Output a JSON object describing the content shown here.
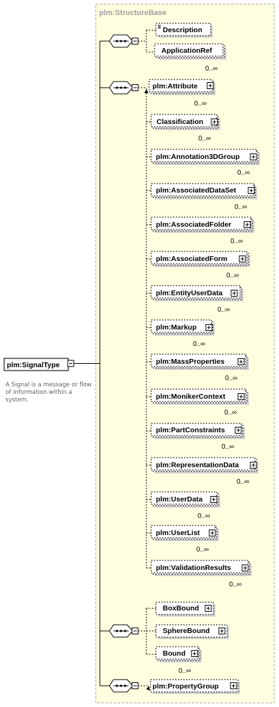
{
  "base": {
    "title": "plm:StructureBase"
  },
  "root": {
    "label": "plm:SignalType"
  },
  "annotation": "A Signal is a message or flow of information within a system.",
  "elements": [
    {
      "label": "Description",
      "occurs": ""
    },
    {
      "label": "ApplicationRef",
      "occurs": "0..∞"
    },
    {
      "label": "plm:Attribute",
      "occurs": "0..∞"
    },
    {
      "label": "Classification",
      "occurs": "0..∞"
    },
    {
      "label": "plm:Annotation3DGroup",
      "occurs": "0..∞"
    },
    {
      "label": "plm:AssociatedDataSet",
      "occurs": "0..∞"
    },
    {
      "label": "plm:AssociatedFolder",
      "occurs": "0..∞"
    },
    {
      "label": "plm:AssociatedForm",
      "occurs": "0..∞"
    },
    {
      "label": "plm:EntityUserData",
      "occurs": "0..∞"
    },
    {
      "label": "plm:Markup",
      "occurs": "0..∞"
    },
    {
      "label": "plm:MassProperties",
      "occurs": "0..∞"
    },
    {
      "label": "plm:MonikerContext",
      "occurs": "0..∞"
    },
    {
      "label": "plm:PartConstraints",
      "occurs": "0..∞"
    },
    {
      "label": "plm:RepresentationData",
      "occurs": "0..∞"
    },
    {
      "label": "plm:UserData",
      "occurs": "0..∞"
    },
    {
      "label": "plm:UserList",
      "occurs": "0..∞"
    },
    {
      "label": "plm:ValidationResults",
      "occurs": "0..∞"
    },
    {
      "label": "BoxBound",
      "occurs": ""
    },
    {
      "label": "SphereBound",
      "occurs": ""
    },
    {
      "label": "Bound",
      "occurs": "0..∞"
    },
    {
      "label": "plm:PropertyGroup",
      "occurs": ""
    }
  ]
}
